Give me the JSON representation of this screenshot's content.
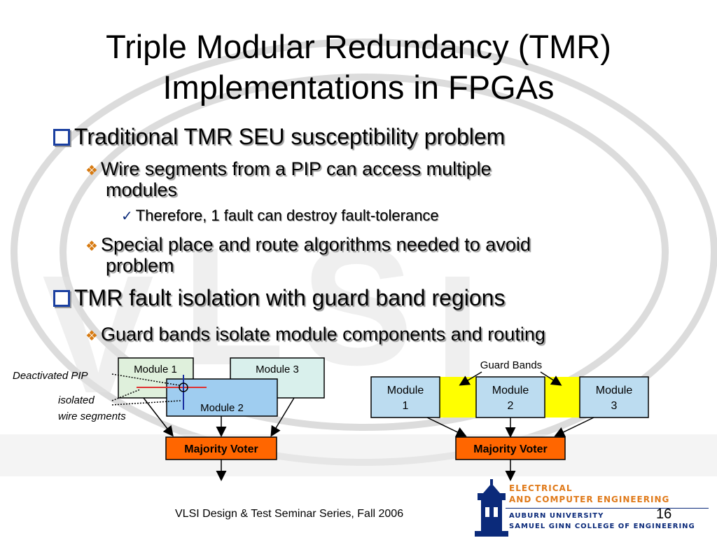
{
  "slide": {
    "title_line1": "Triple Modular Redundancy (TMR)",
    "title_line2": "Implementations in FPGAs",
    "bullets": {
      "b1": "Traditional TMR SEU susceptibility problem",
      "b1_1_line1": "Wire segments from a PIP can access multiple",
      "b1_1_line2": "modules",
      "b1_1_1": "Therefore, 1 fault can destroy fault-tolerance",
      "b1_2_line1": "Special place and route algorithms needed to avoid",
      "b1_2_line2": "problem",
      "b2": "TMR fault isolation with guard band regions",
      "b2_1": "Guard bands isolate module components and routing"
    },
    "footer": "VLSI Design & Test Seminar Series, Fall 2006",
    "page_number": "16"
  },
  "diagram_left": {
    "module1": "Module 1",
    "module2": "Module 2",
    "module3": "Module 3",
    "voter": "Majority Voter",
    "label_pip": "Deactivated PIP",
    "label_wire1": "isolated",
    "label_wire2": "wire segments"
  },
  "diagram_right": {
    "guard_label": "Guard Bands",
    "module1_l1": "Module",
    "module1_l2": "1",
    "module2_l1": "Module",
    "module2_l2": "2",
    "module3_l1": "Module",
    "module3_l2": "3",
    "voter": "Majority Voter"
  },
  "logo": {
    "line1": "ELECTRICAL",
    "line2": "AND COMPUTER ENGINEERING",
    "line3": "AUBURN UNIVERSITY",
    "line4": "SAMUEL GINN COLLEGE OF ENGINEERING"
  },
  "colors": {
    "voter_fill": "#ff6600",
    "guard_band": "#ffff00",
    "module_fill": "#bcdcf0",
    "logo_orange": "#e07a1a",
    "logo_blue": "#0b2a7a"
  }
}
